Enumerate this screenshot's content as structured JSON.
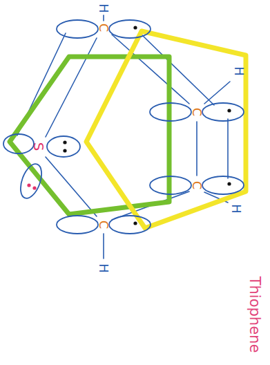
{
  "diagram": {
    "labels": [
      "H",
      "C",
      "H",
      "C",
      "S",
      "C",
      "H",
      "C",
      "H",
      "Thiophene"
    ]
  }
}
